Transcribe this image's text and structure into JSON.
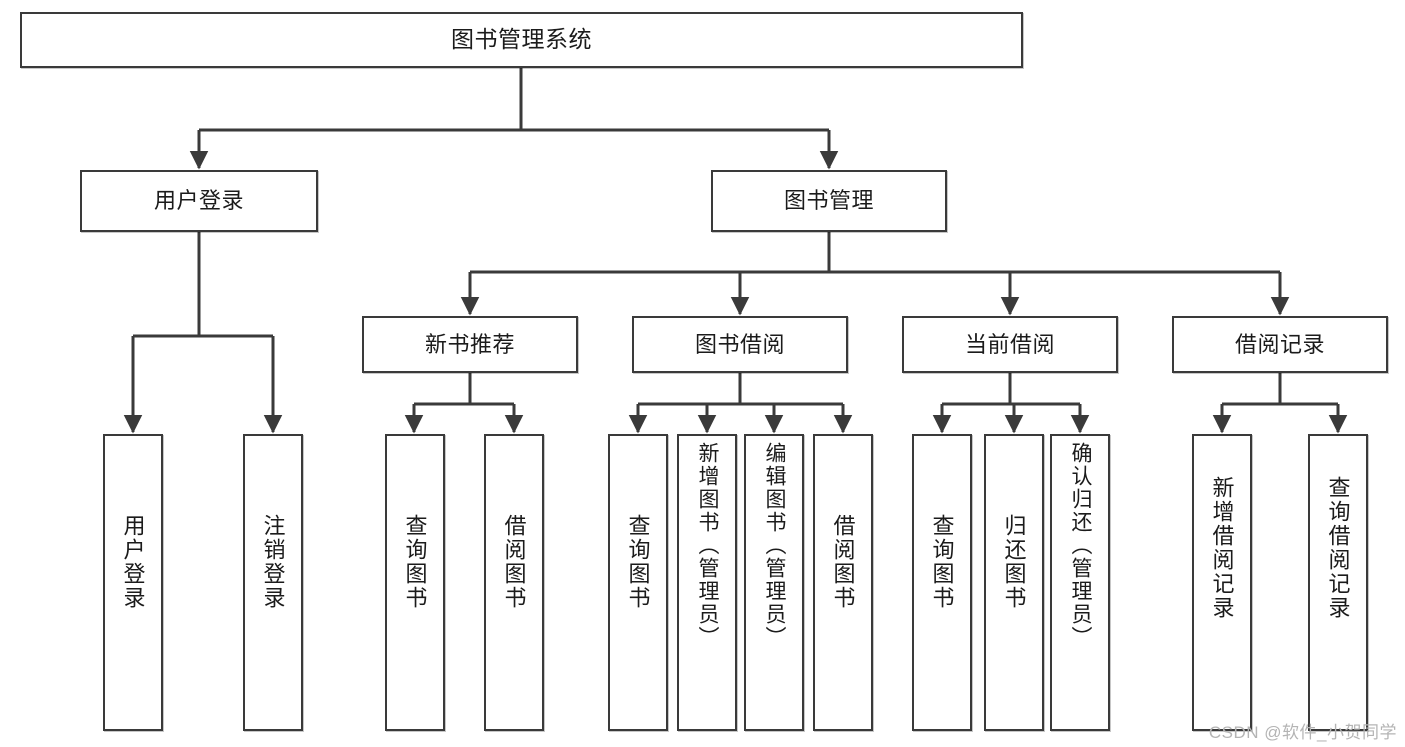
{
  "diagram": {
    "type": "tree-flowchart",
    "title": "图书管理系统",
    "watermark": "CSDN @软件_小贺同学",
    "colors": {
      "stroke": "#3a3a3a",
      "fill": "#ffffff",
      "text": "#1b1b1b",
      "watermark": "#b4b4b4"
    },
    "nodes": [
      {
        "id": "root",
        "label": "图书管理系统",
        "level": 0,
        "orientation": "horizontal"
      },
      {
        "id": "user-login",
        "label": "用户登录",
        "level": 1,
        "orientation": "horizontal"
      },
      {
        "id": "book-mgmt",
        "label": "图书管理",
        "level": 1,
        "orientation": "horizontal"
      },
      {
        "id": "new-book-rec",
        "label": "新书推荐",
        "level": 2,
        "orientation": "horizontal"
      },
      {
        "id": "book-borrow",
        "label": "图书借阅",
        "level": 2,
        "orientation": "horizontal"
      },
      {
        "id": "cur-borrow",
        "label": "当前借阅",
        "level": 2,
        "orientation": "horizontal"
      },
      {
        "id": "borrow-log",
        "label": "借阅记录",
        "level": 2,
        "orientation": "horizontal"
      },
      {
        "id": "leaf-01",
        "label": "用户登录",
        "level": 3,
        "orientation": "vertical",
        "parent": "user-login"
      },
      {
        "id": "leaf-02",
        "label": "注销登录",
        "level": 3,
        "orientation": "vertical",
        "parent": "user-login"
      },
      {
        "id": "leaf-03",
        "label": "查询图书",
        "level": 3,
        "orientation": "vertical",
        "parent": "new-book-rec"
      },
      {
        "id": "leaf-04",
        "label": "借阅图书",
        "level": 3,
        "orientation": "vertical",
        "parent": "new-book-rec"
      },
      {
        "id": "leaf-05",
        "label": "查询图书",
        "level": 3,
        "orientation": "vertical",
        "parent": "book-borrow"
      },
      {
        "id": "leaf-06",
        "label": "新增图书（管理员）",
        "level": 3,
        "orientation": "vertical",
        "parent": "book-borrow"
      },
      {
        "id": "leaf-07",
        "label": "编辑图书（管理员）",
        "level": 3,
        "orientation": "vertical",
        "parent": "book-borrow"
      },
      {
        "id": "leaf-08",
        "label": "借阅图书",
        "level": 3,
        "orientation": "vertical",
        "parent": "book-borrow"
      },
      {
        "id": "leaf-09",
        "label": "查询图书",
        "level": 3,
        "orientation": "vertical",
        "parent": "cur-borrow"
      },
      {
        "id": "leaf-10",
        "label": "归还图书",
        "level": 3,
        "orientation": "vertical",
        "parent": "cur-borrow"
      },
      {
        "id": "leaf-11",
        "label": "确认归还（管理员）",
        "level": 3,
        "orientation": "vertical",
        "parent": "cur-borrow"
      },
      {
        "id": "leaf-12",
        "label": "新增借阅记录",
        "level": 3,
        "orientation": "vertical",
        "parent": "borrow-log"
      },
      {
        "id": "leaf-13",
        "label": "查询借阅记录",
        "level": 3,
        "orientation": "vertical",
        "parent": "borrow-log"
      }
    ],
    "edges": [
      {
        "from": "root",
        "to": "user-login"
      },
      {
        "from": "root",
        "to": "book-mgmt"
      },
      {
        "from": "book-mgmt",
        "to": "new-book-rec"
      },
      {
        "from": "book-mgmt",
        "to": "book-borrow"
      },
      {
        "from": "book-mgmt",
        "to": "cur-borrow"
      },
      {
        "from": "book-mgmt",
        "to": "borrow-log"
      },
      {
        "from": "user-login",
        "to": "leaf-01"
      },
      {
        "from": "user-login",
        "to": "leaf-02"
      },
      {
        "from": "new-book-rec",
        "to": "leaf-03"
      },
      {
        "from": "new-book-rec",
        "to": "leaf-04"
      },
      {
        "from": "book-borrow",
        "to": "leaf-05"
      },
      {
        "from": "book-borrow",
        "to": "leaf-06"
      },
      {
        "from": "book-borrow",
        "to": "leaf-07"
      },
      {
        "from": "book-borrow",
        "to": "leaf-08"
      },
      {
        "from": "cur-borrow",
        "to": "leaf-09"
      },
      {
        "from": "cur-borrow",
        "to": "leaf-10"
      },
      {
        "from": "cur-borrow",
        "to": "leaf-11"
      },
      {
        "from": "borrow-log",
        "to": "leaf-12"
      },
      {
        "from": "borrow-log",
        "to": "leaf-13"
      }
    ]
  }
}
